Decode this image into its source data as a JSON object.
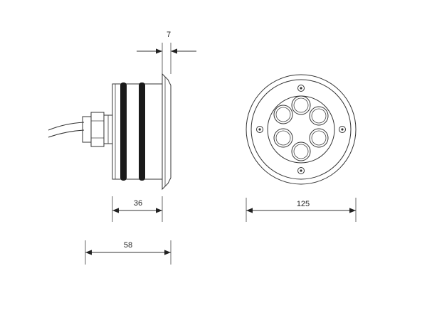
{
  "dimensions": {
    "flange_thickness": "7",
    "body_depth": "36",
    "overall_depth": "58",
    "diameter": "125"
  }
}
